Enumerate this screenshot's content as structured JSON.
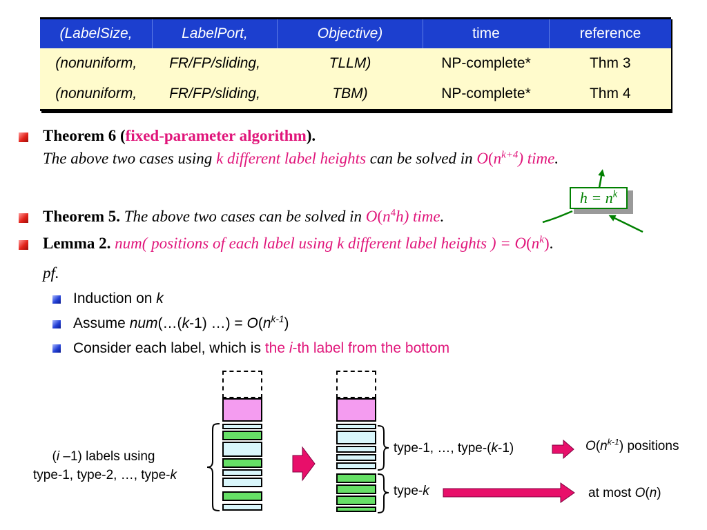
{
  "table": {
    "headers": [
      "(LabelSize,",
      "LabelPort,",
      "Objective)",
      "time",
      "reference"
    ],
    "rows": [
      [
        "(nonuniform,",
        "FR/FP/sliding,",
        "TLLM)",
        "NP-complete*",
        "Thm 3"
      ],
      [
        "(nonuniform,",
        "FR/FP/sliding,",
        "TBM)",
        "NP-complete*",
        "Thm 4"
      ]
    ]
  },
  "theorem6": {
    "label": "Theorem 6 (",
    "name": "fixed-parameter algorithm",
    "close": ").",
    "s1": "The above two cases using ",
    "s2": "k different label heights",
    "s3": " can be solved in ",
    "s4": "O",
    "s5": "(n",
    "s6": "k+4",
    "s7": ") time",
    "s8": "."
  },
  "callout": {
    "lhs": "h = n",
    "sup": "k"
  },
  "theorem5": {
    "label": "Theorem 5.",
    "s1": " The above two cases can be solved in ",
    "s2": "O",
    "s3": "(n",
    "s4": "4",
    "s5": "h) time",
    "s6": "."
  },
  "lemma2": {
    "label": "Lemma 2.",
    "s1": " num( positions of each label using k different label heights ) = ",
    "s2": "O",
    "s3": "(n",
    "s4": "k",
    "s5": ")",
    "s6": "."
  },
  "pf": "pf.",
  "subs": {
    "s1a": "Induction on ",
    "s1b": "k",
    "s2a": "Assume ",
    "s2b": "num",
    "s2c": "(…(",
    "s2d": "k",
    "s2e": "-1) …) = ",
    "s2f": "O",
    "s2g": "(",
    "s2h": "n",
    "s2i": "k-1",
    "s2j": ")",
    "s3a": "Consider each label, which is ",
    "s3b": "the ",
    "s3c": "i",
    "s3d": "-th label from the bottom"
  },
  "diagram": {
    "left_l1a": "(",
    "left_l1b": "i",
    "left_l1c": " –1) labels using",
    "left_l2a": "type-1, type-2, …, type-",
    "left_l2b": "k",
    "type_a": "type-1, …, type-(",
    "type_b": "k",
    "type_c": "-1)",
    "typek_a": "type-",
    "typek_b": "k",
    "pos_a": "O",
    "pos_b": "(",
    "pos_c": "n",
    "pos_d": "k-1",
    "pos_e": ") positions",
    "most_a": "at most ",
    "most_b": "O",
    "most_c": "(",
    "most_d": "n",
    "most_e": ")"
  },
  "colors": {
    "table_header": "#1c3fcf",
    "table_body": "#fffbcc",
    "magenta": "#e0157a",
    "green": "#008000",
    "pink_box": "#f49cf0",
    "cyan_box": "#d9f6fb",
    "green_box": "#66e066"
  }
}
